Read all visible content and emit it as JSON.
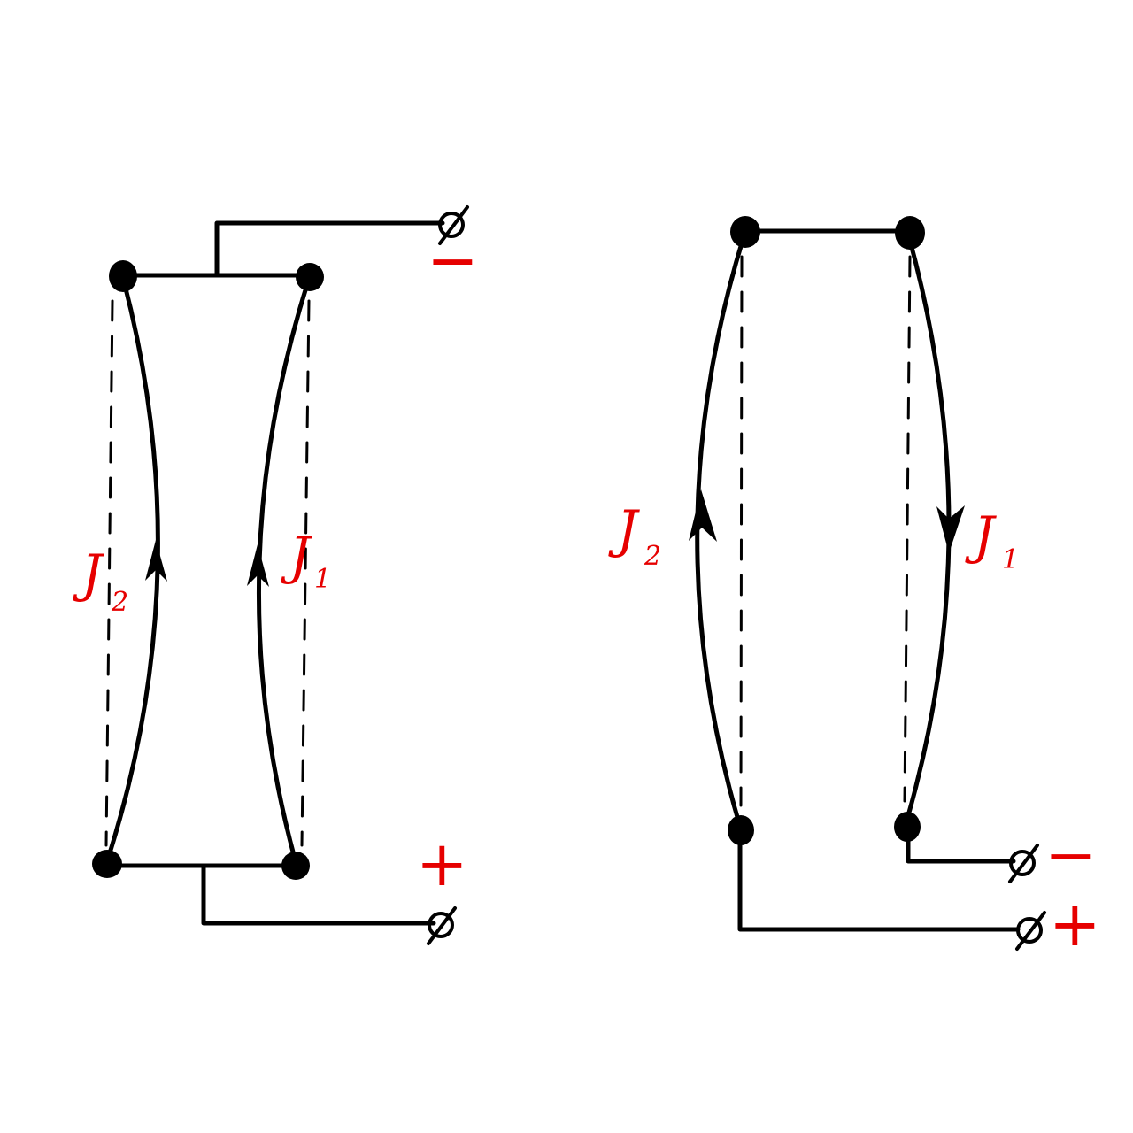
{
  "colors": {
    "ink": "#000000",
    "label": "#e60000",
    "background": "#ffffff"
  },
  "left_circuit": {
    "terminal_top_sign": "−",
    "terminal_bottom_sign": "+",
    "current_left": {
      "symbol": "J",
      "subscript": "2",
      "direction": "up"
    },
    "current_right": {
      "symbol": "J",
      "subscript": "1",
      "direction": "up"
    }
  },
  "right_circuit": {
    "terminal_upper_sign": "−",
    "terminal_lower_sign": "+",
    "current_left": {
      "symbol": "J",
      "subscript": "2",
      "direction": "up"
    },
    "current_right": {
      "symbol": "J",
      "subscript": "1",
      "direction": "down"
    }
  }
}
